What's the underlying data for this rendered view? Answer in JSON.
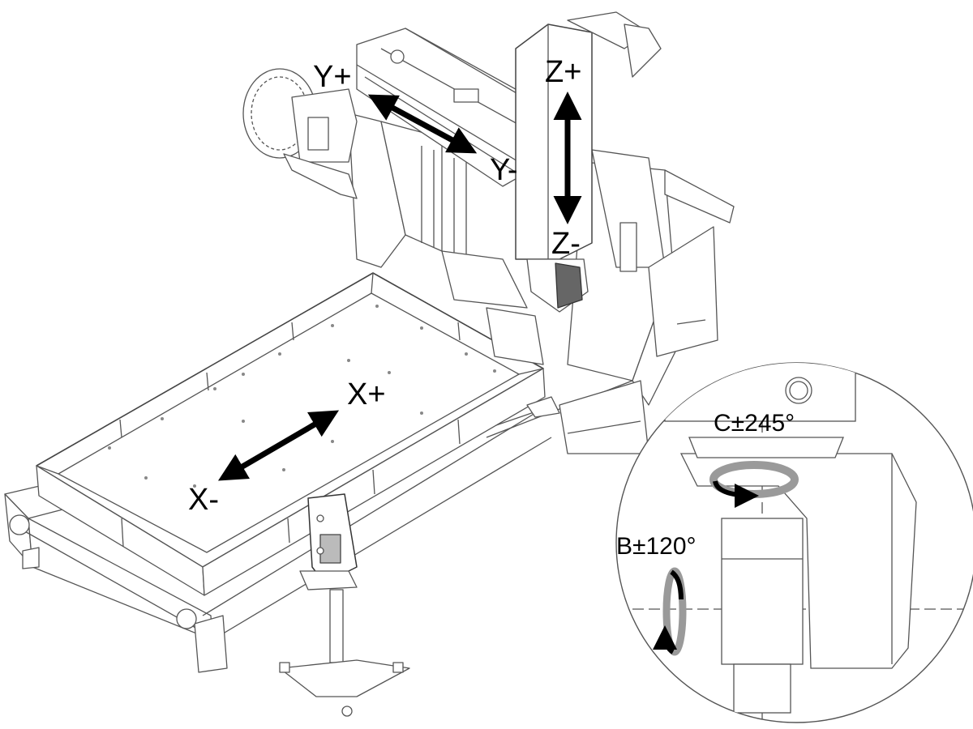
{
  "axes": {
    "y_plus": "Y+",
    "y_minus": "Y-",
    "z_plus": "Z+",
    "z_minus": "Z-",
    "x_plus": "X+",
    "x_minus": "X-"
  },
  "rotations": {
    "c_axis": "C±245°",
    "b_axis": "B±120°"
  },
  "colors": {
    "line": "#555555",
    "arrow": "#000000",
    "rotation_band": "#9a9a9a",
    "background": "#ffffff"
  }
}
